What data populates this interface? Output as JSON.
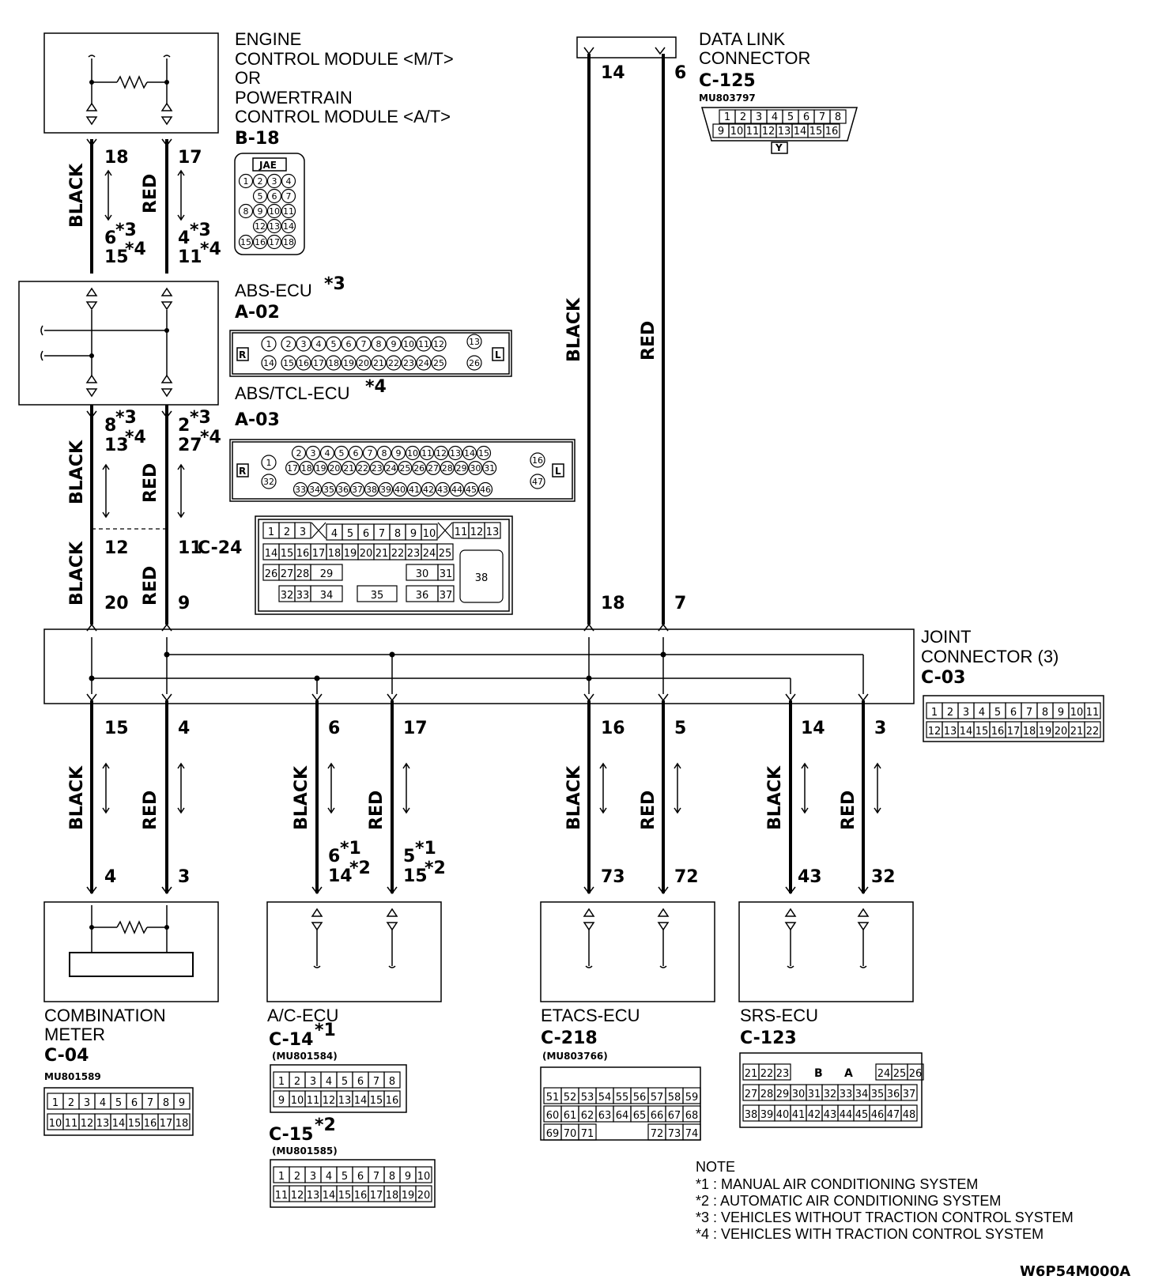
{
  "modules": {
    "ecm": {
      "lines": [
        "ENGINE",
        "CONTROL MODULE <M/T>",
        "OR",
        "POWERTRAIN",
        "CONTROL MODULE <A/T>"
      ],
      "code": "B-18",
      "connector_tag": "JAE"
    },
    "abs": {
      "name": "ABS-ECU",
      "mark": "*3",
      "code": "A-02"
    },
    "abs_tcl": {
      "name": "ABS/TCL-ECU",
      "mark": "*4",
      "code": "A-03"
    },
    "dlc": {
      "lines": [
        "DATA LINK",
        "CONNECTOR"
      ],
      "code": "C-125",
      "part": "MU803797"
    },
    "joint": {
      "lines": [
        "JOINT",
        "CONNECTOR (3)"
      ],
      "code": "C-03"
    },
    "c24": {
      "code": "C-24"
    },
    "meter": {
      "lines": [
        "COMBINATION",
        "METER"
      ],
      "code": "C-04",
      "part": "MU801589"
    },
    "ac": {
      "name": "A/C-ECU",
      "code1": "C-14",
      "mark1": "*1",
      "part1": "(MU801584)",
      "code2": "C-15",
      "mark2": "*2",
      "part2": "(MU801585)"
    },
    "etacs": {
      "name": "ETACS-ECU",
      "code": "C-218",
      "part": "(MU803766)"
    },
    "srs": {
      "name": "SRS-ECU",
      "code": "C-123"
    }
  },
  "wire_colors": {
    "black": "BLACK",
    "red": "RED"
  },
  "pins": {
    "ecm_black": "18",
    "ecm_red": "17",
    "abs_in_black_a": "6",
    "abs_in_black_b": "15",
    "abs_in_red_a": "4",
    "abs_in_red_b": "11",
    "abs_out_black_a": "8",
    "abs_out_black_b": "13",
    "abs_out_red_a": "2",
    "abs_out_red_b": "27",
    "c24_black": "12",
    "c24_red": "11",
    "jc_in_black": "20",
    "jc_in_red": "9",
    "dlc_black": "14",
    "dlc_red": "6",
    "jc_dlc_black": "18",
    "jc_dlc_red": "7",
    "jc_out": [
      "15",
      "4",
      "6",
      "17",
      "16",
      "5",
      "14",
      "3"
    ],
    "meter_black": "4",
    "meter_red": "3",
    "ac_black_a": "6",
    "ac_black_b": "14",
    "ac_red_a": "5",
    "ac_red_b": "15",
    "etacs_black": "73",
    "etacs_red": "72",
    "srs_black": "43",
    "srs_red": "32"
  },
  "marks": {
    "m1": "*1",
    "m2": "*2",
    "m3": "*3",
    "m4": "*4"
  },
  "note": {
    "title": "NOTE",
    "items": [
      "*1 : MANUAL AIR CONDITIONING SYSTEM",
      "*2 : AUTOMATIC AIR CONDITIONING SYSTEM",
      "*3 : VEHICLES WITHOUT TRACTION CONTROL SYSTEM",
      "*4 : VEHICLES WITH TRACTION CONTROL SYSTEM"
    ]
  },
  "figure_code": "W6P54M000A"
}
